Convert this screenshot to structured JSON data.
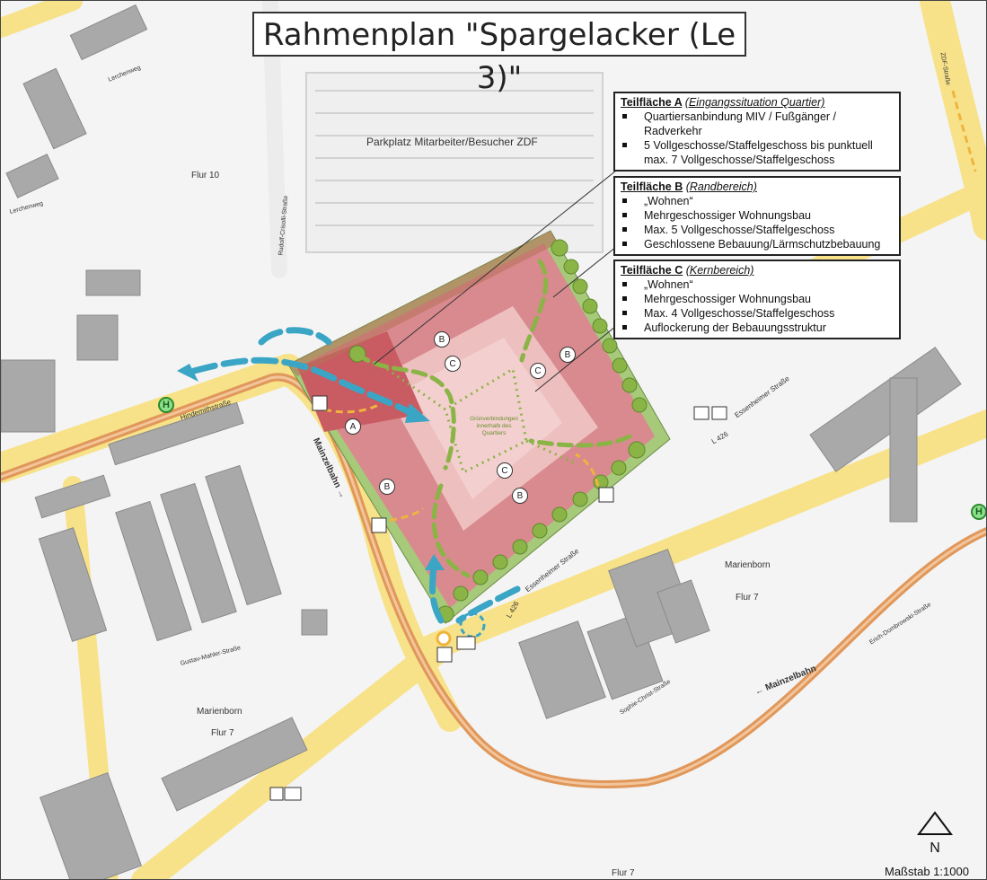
{
  "title": "Rahmenplan \"Spargelacker (Le 3)\"",
  "legend": [
    {
      "name": "Teilfläche A",
      "subtitle": "(Eingangssituation Quartier)",
      "items": [
        "Quartiersanbindung MIV / Fußgänger / Radverkehr",
        "5 Vollgeschosse/Staffelgeschoss bis punktuell max. 7 Vollgeschosse/Staffelgeschoss"
      ]
    },
    {
      "name": "Teilfläche B",
      "subtitle": "(Randbereich)",
      "items": [
        "„Wohnen“",
        "Mehrgeschossiger Wohnungsbau",
        "Max. 5 Vollgeschosse/Staffelgeschoss",
        "Geschlossene Bebauung/Lärmschutzbebauung"
      ]
    },
    {
      "name": "Teilfläche C",
      "subtitle": "(Kernbereich)",
      "items": [
        "„Wohnen“",
        "Mehrgeschossiger Wohnungsbau",
        "Max. 4 Vollgeschosse/Staffelgeschoss",
        "Auflockerung der Bebauungsstruktur"
      ]
    }
  ],
  "labels": {
    "parking": "Parkplatz Mitarbeiter/Besucher ZDF",
    "flur10": "Flur 10",
    "flur7_right": "Flur 7",
    "flur7_left": "Flur 7",
    "flur7_bottom": "Flur 7",
    "marienborn_right": "Marienborn",
    "marienborn_left": "Marienborn",
    "green_center": "Grünverbindungen innerhalb des Quartiers",
    "mainzelbahn_vertical": "Mainzelbahn →",
    "mainzelbahn_lower": "← Mainzelbahn",
    "essenheimer_1": "Essenheimer Straße",
    "essenheimer_2": "Essenheimer Straße",
    "l426_1": "L 426",
    "l426_2": "L 426",
    "hindemith": "Hindemithstraße",
    "rudolf": "Rudolf-Crisolli-Straße",
    "lerchenweg_1": "Lerchenweg",
    "lerchenweg_2": "Lerchenweg",
    "gustav": "Gustav-Mahler-Straße",
    "sophie": "Sophie-Christ-Straße",
    "erich": "Erich-Dombrowski-Straße",
    "zdf": "ZDF-Straße"
  },
  "markers": {
    "a": "A",
    "b": "B",
    "c": "C",
    "h": "H"
  },
  "north": "N",
  "scale": "Maßstab  1:1000",
  "colors": {
    "area_b": "#d98a8f",
    "area_c": "#eebfbf",
    "area_a": "#c95b62",
    "green": "#a6c97a",
    "road": "#f7e28a",
    "tram": "#e0975a",
    "arrow_blue": "#3aa5c4",
    "arrow_green": "#8bb446"
  }
}
